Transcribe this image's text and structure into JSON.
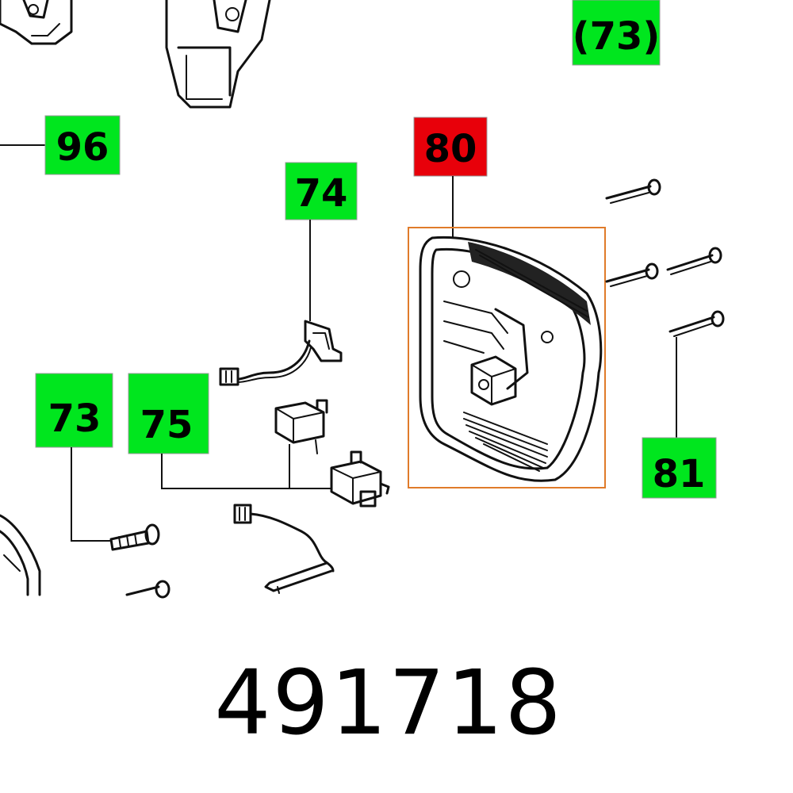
{
  "colors": {
    "callout_green": "#00e61e",
    "callout_red": "#e8000a",
    "highlight_box": "#e07b2a",
    "ink": "#111111"
  },
  "callouts": {
    "c73_top": "(73)",
    "c96": "96",
    "c80": "80",
    "c74": "74",
    "c73": "73",
    "c75": "75",
    "c81": "81"
  },
  "part_number": "491718"
}
